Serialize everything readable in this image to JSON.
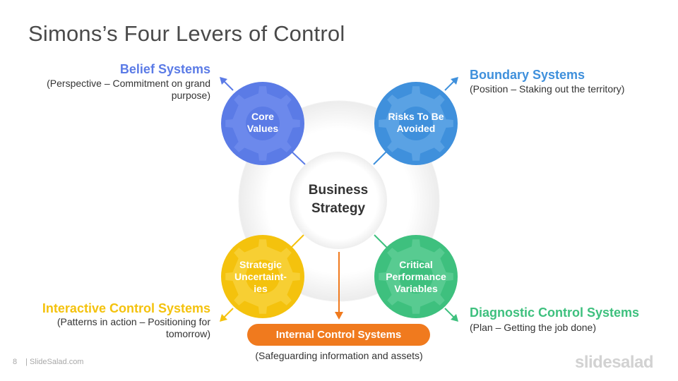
{
  "slide": {
    "title": "Simons’s Four Levers of Control",
    "page_number": "8",
    "footer_text": "| SlideSalad.com",
    "logo_text": "slidesalad"
  },
  "center": {
    "line1": "Business",
    "line2": "Strategy"
  },
  "levers": {
    "belief": {
      "title": "Belief Systems",
      "desc_line1": "(Perspective – Commitment on grand",
      "desc_line2": "purpose)",
      "gear_line1": "Core",
      "gear_line2": "Values",
      "color": "#5b7be6"
    },
    "boundary": {
      "title": "Boundary Systems",
      "desc_line1": "(Position – Staking out the territory)",
      "gear_line1": "Risks To Be",
      "gear_line2": "Avoided",
      "color": "#3f90dc"
    },
    "interactive": {
      "title": "Interactive Control Systems",
      "desc_line1": "(Patterns in action – Positioning for",
      "desc_line2": "tomorrow)",
      "gear_line1": "Strategic",
      "gear_line2": "Uncertaint-",
      "gear_line3": "ies",
      "color": "#f4c20d"
    },
    "diagnostic": {
      "title": "Diagnostic Control Systems",
      "desc_line1": "(Plan – Getting the job done)",
      "gear_line1": "Critical",
      "gear_line2": "Performance",
      "gear_line3": "Variables",
      "color": "#3ec07e"
    }
  },
  "internal": {
    "label": "Internal Control Systems",
    "desc": "(Safeguarding information and assets)",
    "color": "#f07a1e"
  }
}
